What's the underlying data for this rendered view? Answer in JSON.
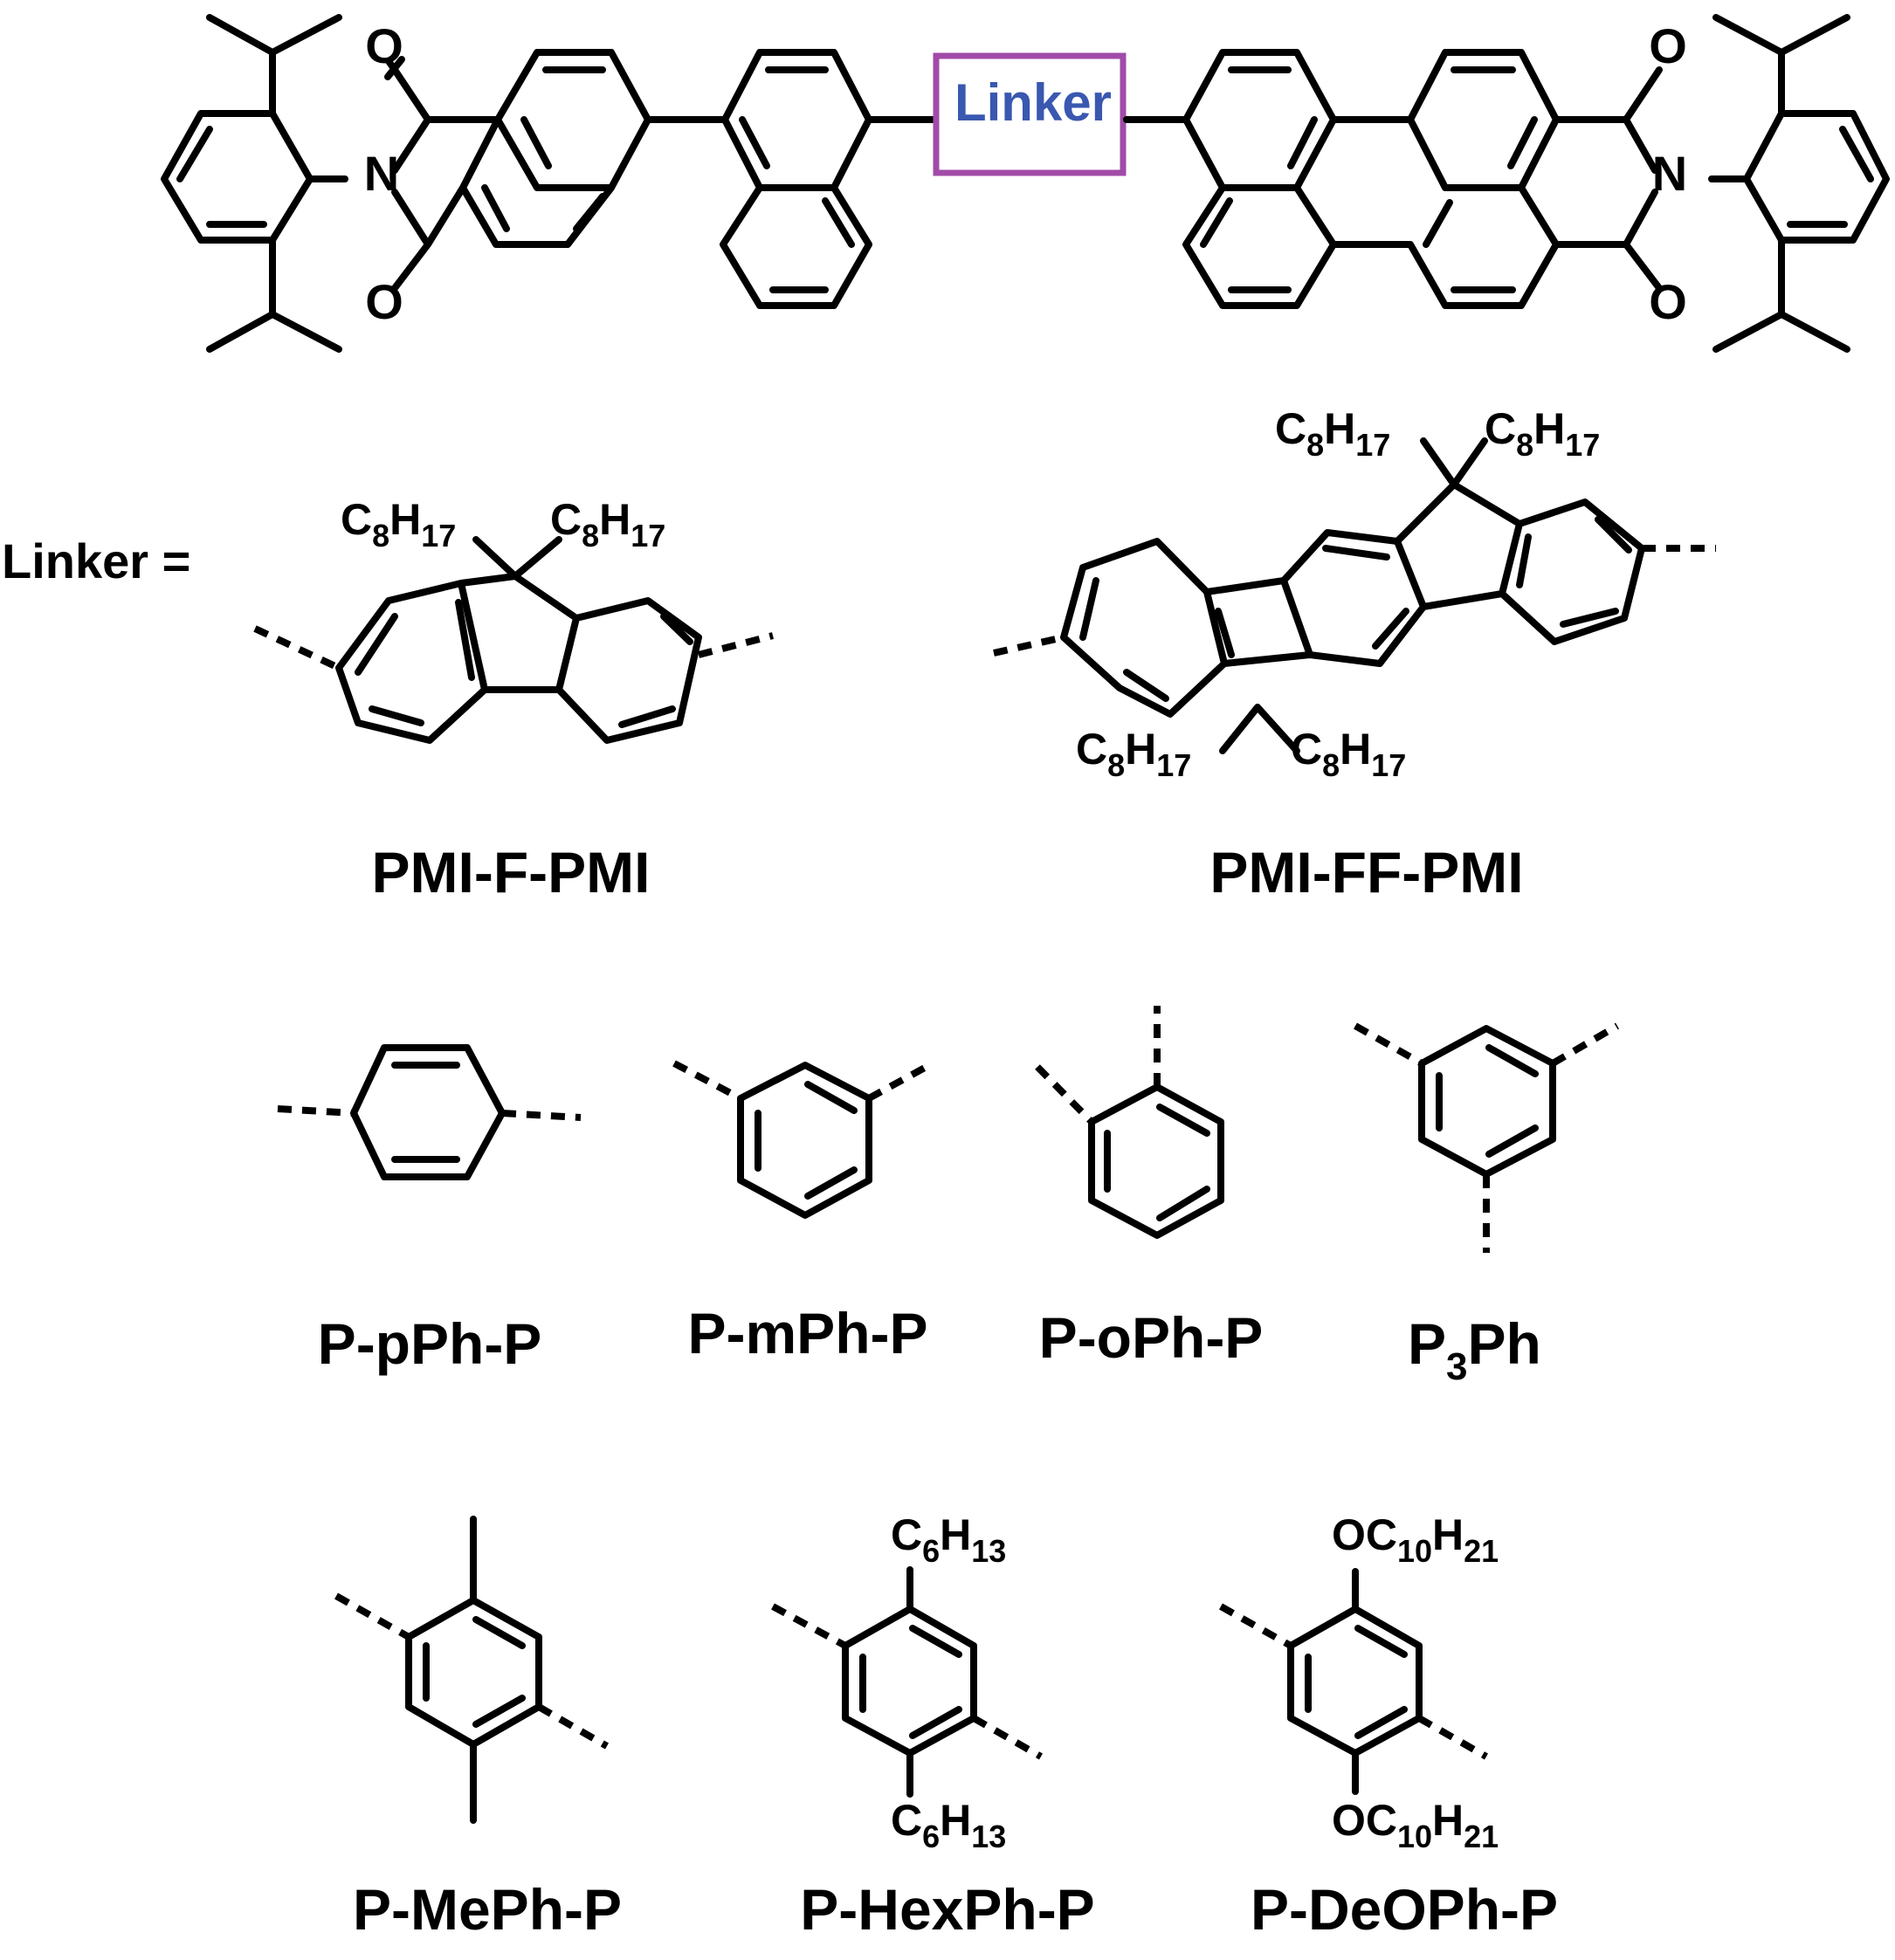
{
  "colors": {
    "linker_box": "#a14ba8",
    "linker_text": "#3a58b0",
    "bond": "#000000"
  },
  "core": {
    "linker_placeholder": "Linker",
    "left_imide_N": "N",
    "right_imide_N": "N",
    "oxygen": "O"
  },
  "linker_label": "Linker =",
  "substituents": {
    "octyl": {
      "C": "C",
      "csub": "8",
      "H": "H",
      "hsub": "17"
    },
    "hexyl": {
      "C": "C",
      "csub": "6",
      "H": "H",
      "hsub": "13"
    },
    "decyloxy": {
      "OC": "OC",
      "csub": "10",
      "H": "H",
      "hsub": "21"
    }
  },
  "compounds": {
    "f": "PMI-F-PMI",
    "ff": "PMI-FF-PMI",
    "pph": "P-pPh-P",
    "mph": "P-mPh-P",
    "oph": "P-oPh-P",
    "p3ph_main": "P",
    "p3ph_sub": "3",
    "p3ph_tail": "Ph",
    "meph": "P-MePh-P",
    "hexph": "P-HexPh-P",
    "deoph": "P-DeOPh-P"
  }
}
